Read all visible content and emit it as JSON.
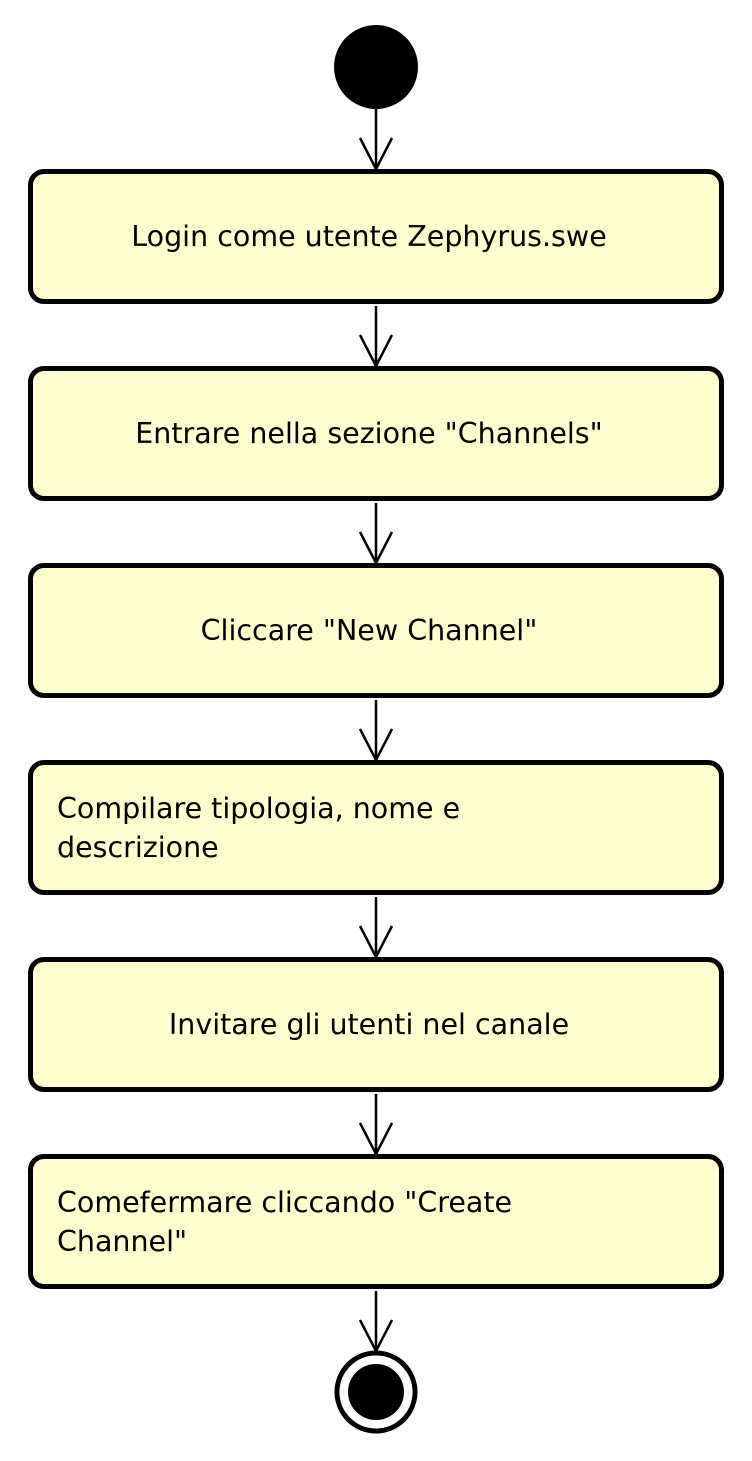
{
  "diagram": {
    "type": "uml-activity",
    "colors": {
      "node_fill": "#fefece",
      "stroke": "#000000",
      "background": "#ffffff"
    },
    "activities": [
      {
        "label": "Login come utente Zephyrus.swe",
        "align": "center"
      },
      {
        "label": "Entrare nella sezione \"Channels\"",
        "align": "center"
      },
      {
        "label": "Cliccare \"New Channel\"",
        "align": "center"
      },
      {
        "label": "Compilare tipologia, nome e descrizione",
        "align": "left"
      },
      {
        "label": "Invitare gli utenti nel canale",
        "align": "center"
      },
      {
        "label": "Comefermare cliccando \"Create Channel\"",
        "align": "left"
      }
    ]
  }
}
